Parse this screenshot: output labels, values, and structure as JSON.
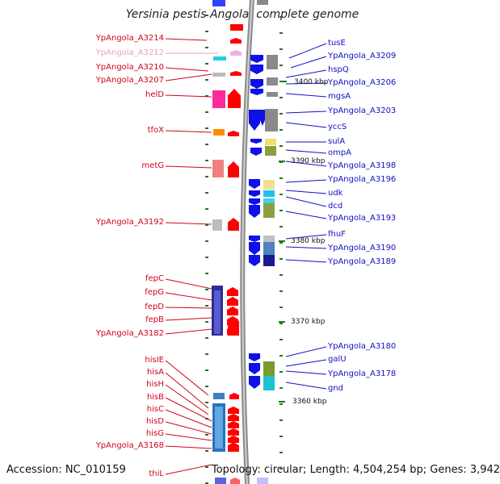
{
  "title": "Yersinia pestis Angola, complete genome",
  "footer": {
    "accession": "Accession: NC_010159",
    "info": "Topology: circular; Length: 4,504,254 bp; Genes: 3,942"
  },
  "colors": {
    "left_label": "#d0021b",
    "left_label_faded": "#e8a0c8",
    "right_label": "#1010c0",
    "axis": "#999999",
    "tick": "#1a7a1a"
  },
  "kbp_labels": [
    "3400 kbp",
    "3390 kbp",
    "3380 kbp",
    "3370 kbp",
    "3360 kbp"
  ],
  "left_labels": [
    "YpAngola_A3214",
    "YpAngola_A3212",
    "YpAngola_A3210",
    "YpAngola_A3207",
    "helD",
    "tfoX",
    "metG",
    "YpAngola_A3192",
    "fepC",
    "fepG",
    "fepD",
    "fepB",
    "YpAngola_A3182",
    "hisIE",
    "hisA",
    "hisH",
    "hisB",
    "hisC",
    "hisD",
    "hisG",
    "YpAngola_A3168",
    "thiL"
  ],
  "right_labels": [
    "tusE",
    "YpAngola_A3209",
    "hspQ",
    "YpAngola_A3206",
    "mgsA",
    "YpAngola_A3203",
    "yccS",
    "sulA",
    "ompA",
    "YpAngola_A3198",
    "YpAngola_A3196",
    "udk",
    "dcd",
    "YpAngola_A3193",
    "fhuF",
    "YpAngola_A3190",
    "YpAngola_A3189",
    "YpAngola_A3180",
    "galU",
    "YpAngola_A3178",
    "gnd"
  ]
}
